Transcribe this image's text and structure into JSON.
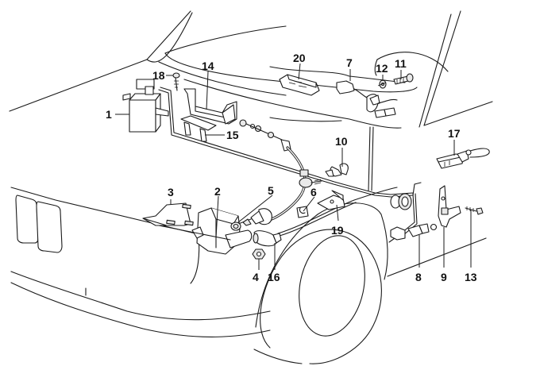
{
  "diagram": {
    "type": "exploded-parts-diagram",
    "subject": "vehicle front end — engine compartment wiring / cable assembly",
    "callouts": [
      {
        "id": "1",
        "text": "1",
        "part": "control-unit"
      },
      {
        "id": "2",
        "text": "2",
        "part": "actuator-housing"
      },
      {
        "id": "3",
        "text": "3",
        "part": "mounting-bracket"
      },
      {
        "id": "4",
        "text": "4",
        "part": "nut"
      },
      {
        "id": "5",
        "text": "5",
        "part": "bowden-cable"
      },
      {
        "id": "6",
        "text": "6",
        "part": "cable-clip"
      },
      {
        "id": "7",
        "text": "7",
        "part": "connector-harness"
      },
      {
        "id": "8",
        "text": "8",
        "part": "plug-connector"
      },
      {
        "id": "9",
        "text": "9",
        "part": "holder-bracket"
      },
      {
        "id": "10",
        "text": "10",
        "part": "clamp"
      },
      {
        "id": "11",
        "text": "11",
        "part": "bolt"
      },
      {
        "id": "12",
        "text": "12",
        "part": "washer"
      },
      {
        "id": "13",
        "text": "13",
        "part": "screw"
      },
      {
        "id": "14",
        "text": "14",
        "part": "support-bracket"
      },
      {
        "id": "15",
        "text": "15",
        "part": "retaining-plate"
      },
      {
        "id": "16",
        "text": "16",
        "part": "cable-end-sleeve"
      },
      {
        "id": "17",
        "text": "17",
        "part": "adapter-lead"
      },
      {
        "id": "18",
        "text": "18",
        "part": "self-tapping-screw"
      },
      {
        "id": "19",
        "text": "19",
        "part": "cable-holder"
      },
      {
        "id": "20",
        "text": "20",
        "part": "relay-module"
      }
    ]
  }
}
